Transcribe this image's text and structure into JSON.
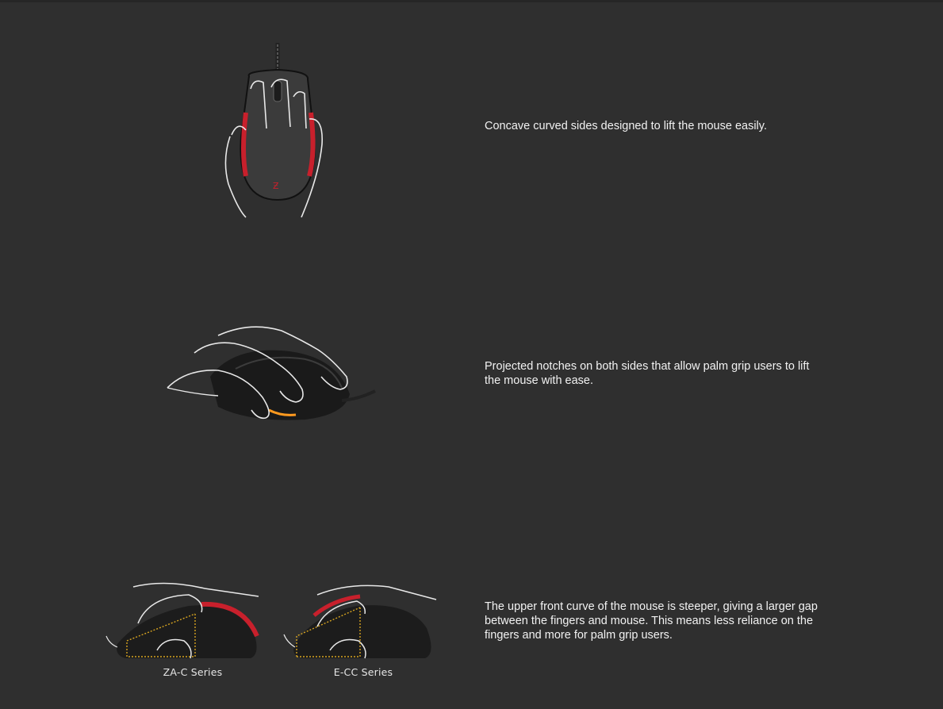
{
  "features": [
    {
      "illustration_icon": "top-view-mouse-hand-icon",
      "description": "Concave curved sides designed to lift the mouse easily."
    },
    {
      "illustration_icon": "side-view-palm-grip-icon",
      "description": "Projected notches on both sides that allow palm grip users to lift the mouse with ease."
    },
    {
      "illustration_icon": "side-profile-comparison-icon",
      "description": "The upper front curve of the mouse is steeper, giving a larger gap between the fingers and mouse. This means less reliance on the fingers and more for palm grip users.",
      "comparison": [
        {
          "caption": "ZA-C Series"
        },
        {
          "caption": "E-CC Series"
        }
      ]
    }
  ],
  "colors": {
    "background": "#2f2f2f",
    "accent_red": "#c8202c",
    "accent_orange": "#ff9a1f",
    "outline": "#e8e8e8"
  }
}
